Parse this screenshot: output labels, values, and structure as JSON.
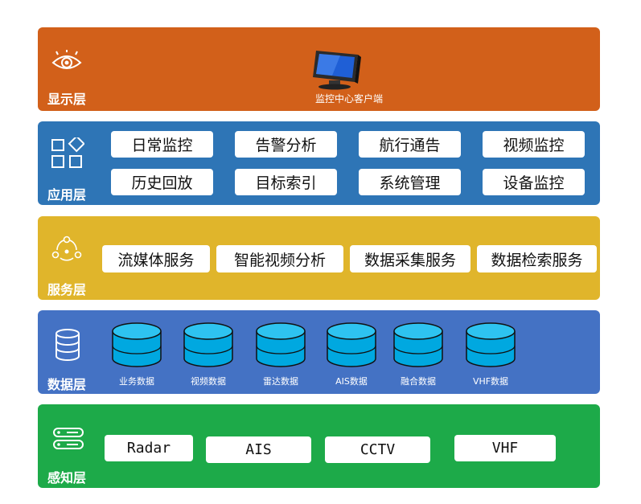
{
  "layers": {
    "display": {
      "label": "显示层",
      "client_label": "监控中心客户端",
      "icon": "eye-icon",
      "color": "#D2601A"
    },
    "application": {
      "label": "应用层",
      "icon": "apps-grid-icon",
      "color": "#2E75B6",
      "items": [
        "日常监控",
        "告警分析",
        "航行通告",
        "视频监控",
        "历史回放",
        "目标索引",
        "系统管理",
        "设备监控"
      ]
    },
    "service": {
      "label": "服务层",
      "icon": "service-network-icon",
      "color": "#E0B52B",
      "items": [
        "流媒体服务",
        "智能视频分析",
        "数据采集服务",
        "数据检索服务"
      ]
    },
    "data": {
      "label": "数据层",
      "icon": "database-icon",
      "color": "#4472C4",
      "items": [
        "业务数据",
        "视频数据",
        "雷达数据",
        "AIS数据",
        "融合数据",
        "VHF数据"
      ]
    },
    "perception": {
      "label": "感知层",
      "icon": "server-rack-icon",
      "color": "#1DAA49",
      "items": [
        "Radar",
        "AIS",
        "CCTV",
        "VHF"
      ]
    }
  }
}
